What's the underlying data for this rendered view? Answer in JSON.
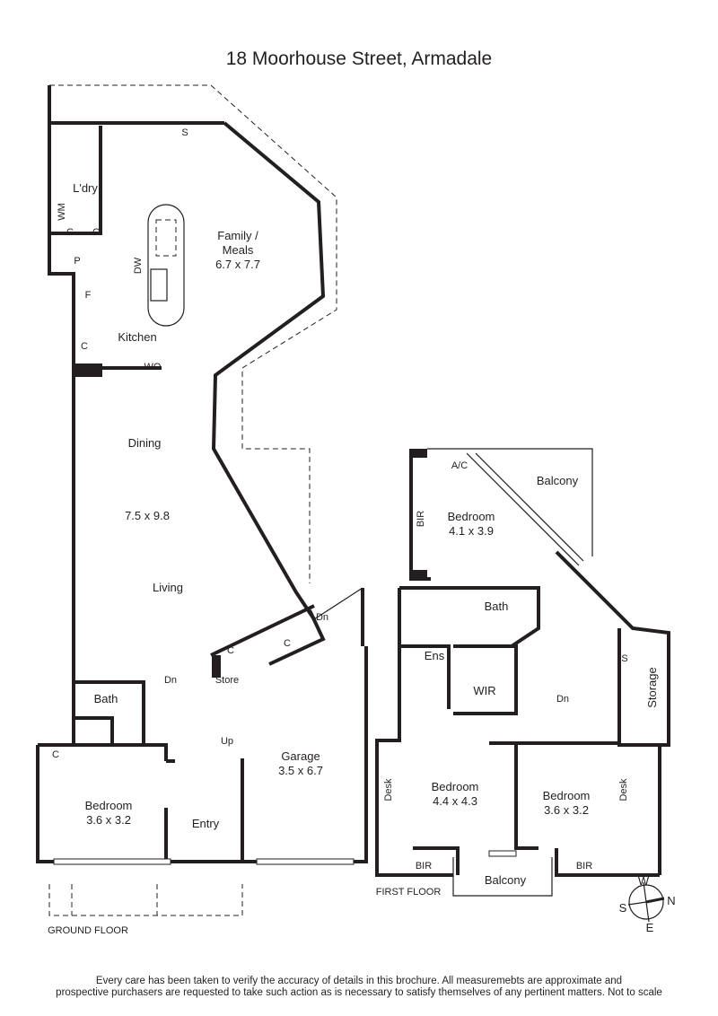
{
  "title": "18 Moorhouse Street, Armadale",
  "ground_floor": {
    "label": "GROUND FLOOR",
    "rooms": {
      "laundry": "L'dry",
      "wm": "WM",
      "c1": "C",
      "c2": "C",
      "pantry": "P",
      "fridge": "F",
      "c3": "C",
      "kitchen": "Kitchen",
      "wo": "WO",
      "dw": "DW",
      "s": "S",
      "family_1": "Family /",
      "family_2": "Meals",
      "family_dim": "6.7 x 7.7",
      "dining": "Dining",
      "living_dim": "7.5 x 9.8",
      "living": "Living",
      "dn1": "Dn",
      "c4": "C",
      "c5": "C",
      "store": "Store",
      "up": "Up",
      "dn2": "Dn",
      "bath": "Bath",
      "c6": "C",
      "bedroom": "Bedroom",
      "bedroom_dim": "3.6 x 3.2",
      "entry": "Entry",
      "garage": "Garage",
      "garage_dim": "3.5 x 6.7"
    }
  },
  "first_floor": {
    "label": "FIRST FLOOR",
    "rooms": {
      "ac": "A/C",
      "balcony_top": "Balcony",
      "bir1": "BIR",
      "bedroom1": "Bedroom",
      "bedroom1_dim": "4.1 x 3.9",
      "bath": "Bath",
      "ens": "Ens",
      "wir": "WIR",
      "dn": "Dn",
      "s": "S",
      "storage": "Storage",
      "desk1": "Desk",
      "bedroom2": "Bedroom",
      "bedroom2_dim": "4.4 x 4.3",
      "bedroom3": "Bedroom",
      "bedroom3_dim": "3.6 x 3.2",
      "desk2": "Desk",
      "bir2": "BIR",
      "balcony_bottom": "Balcony",
      "bir3": "BIR"
    }
  },
  "compass": {
    "w": "W",
    "n": "N",
    "s": "S",
    "e": "E"
  },
  "disclaimer_1": "Every care has been taken to verify the accuracy of details in this brochure. All measuremebts are approximate and",
  "disclaimer_2": "prospective purchasers are requested to take such action as is necessary to satisfy themselves of any pertinent matters. Not to scale"
}
